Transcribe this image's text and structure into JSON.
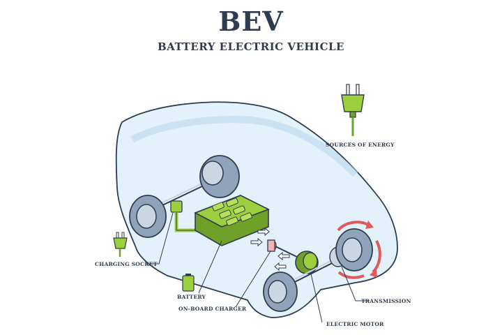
{
  "header": {
    "title": "BEV",
    "subtitle": "BATTERY ELECTRIC VEHICLE"
  },
  "labels": {
    "sources_of_energy": "SOURCES OF ENERGY",
    "charging_socket": "CHARGING SOCKET",
    "battery": "BATTERY",
    "on_board_charger": "ON-BOARD CHARGER",
    "transmission": "TRANSMISSION",
    "electric_motor": "ELECTRIC MOTOR"
  },
  "colors": {
    "ink": "#2f3b4e",
    "body_fill": "#e3f1fb",
    "battery_green": "#9ccf3e",
    "battery_dark": "#6fa128",
    "wheel": "#9fb3c8",
    "arrow_red": "#e0595b"
  }
}
